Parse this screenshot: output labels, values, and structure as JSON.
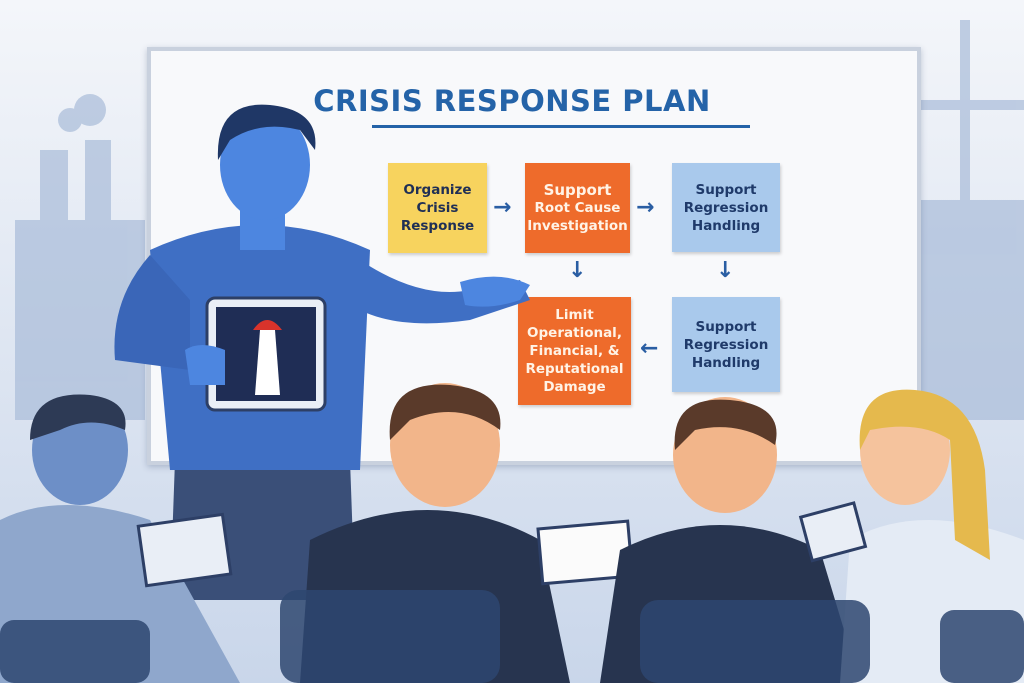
{
  "board": {
    "title": "CRISIS RESPONSE PLAN",
    "steps": [
      {
        "lines": [
          "Organize",
          "Crisis",
          "Response"
        ],
        "color": "#f7d35e"
      },
      {
        "lines": [
          "Support",
          "Root Cause",
          "Investigation"
        ],
        "color": "#ee6b2b"
      },
      {
        "lines": [
          "Support",
          "Regression",
          "Handling"
        ],
        "color": "#a9c9ec"
      },
      {
        "lines": [
          "Support",
          "Regression",
          "Handling"
        ],
        "color": "#a9c9ec"
      },
      {
        "lines": [
          "Limit",
          "Operational,",
          "Financial, &",
          "Reputational",
          "Damage"
        ],
        "color": "#ee6b2b"
      }
    ],
    "arrows": {
      "right": "→",
      "down": "↓",
      "left": "←"
    }
  },
  "colors": {
    "accent": "#2463a8",
    "presenter": "#3f6fc4"
  }
}
